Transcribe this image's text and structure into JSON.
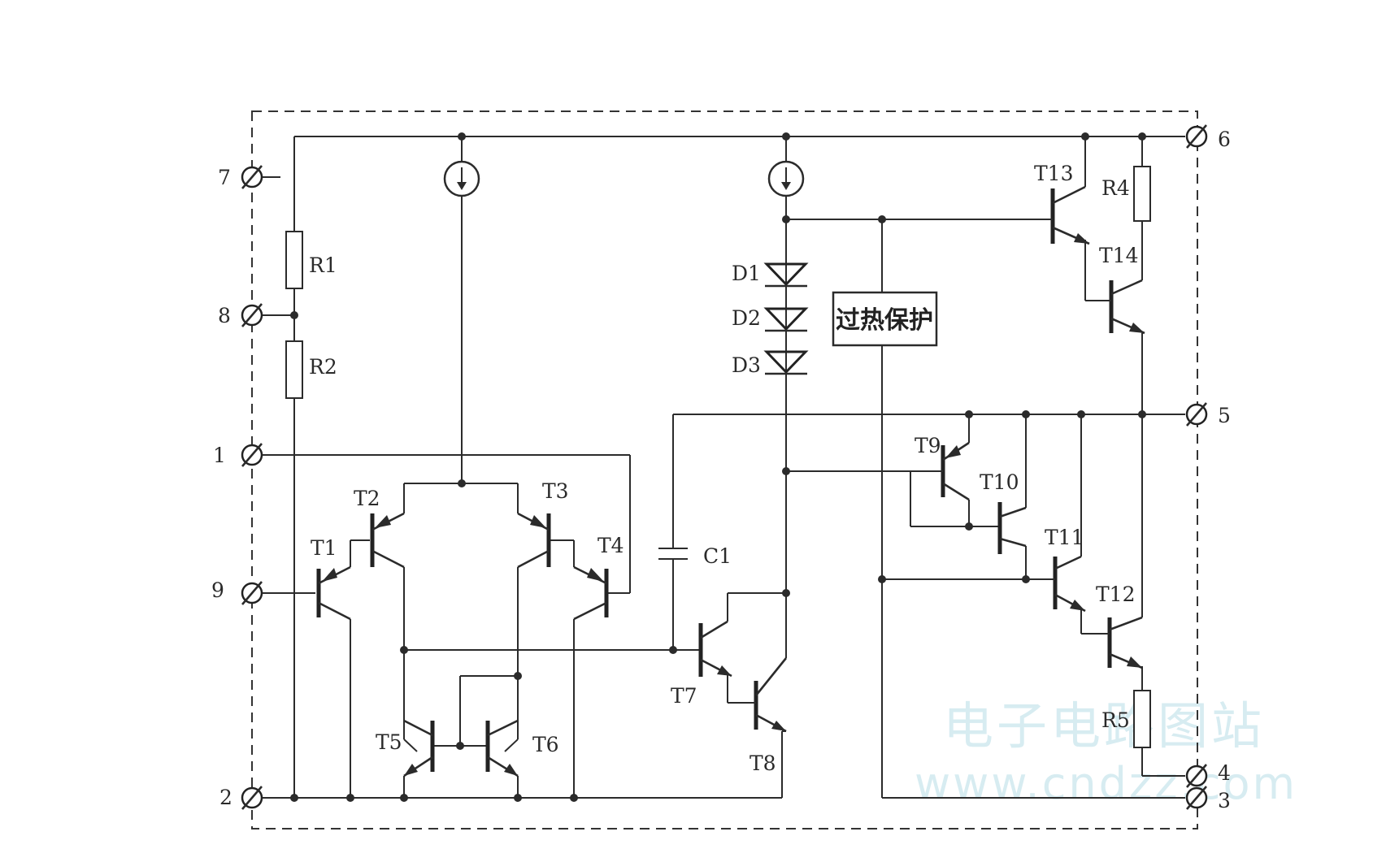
{
  "pins": [
    "1",
    "2",
    "3",
    "4",
    "5",
    "6",
    "7",
    "8",
    "9"
  ],
  "resistors": [
    "R1",
    "R2",
    "R4",
    "R5"
  ],
  "diodes": [
    "D1",
    "D2",
    "D3"
  ],
  "capacitor": "C1",
  "transistors": [
    "T1",
    "T2",
    "T3",
    "T4",
    "T5",
    "T6",
    "T7",
    "T8",
    "T9",
    "T10",
    "T11",
    "T12",
    "T13",
    "T14"
  ],
  "protection_block": "过热保护",
  "watermark": {
    "line1": "电子电路图站",
    "line2": "www.cndzz.com"
  }
}
